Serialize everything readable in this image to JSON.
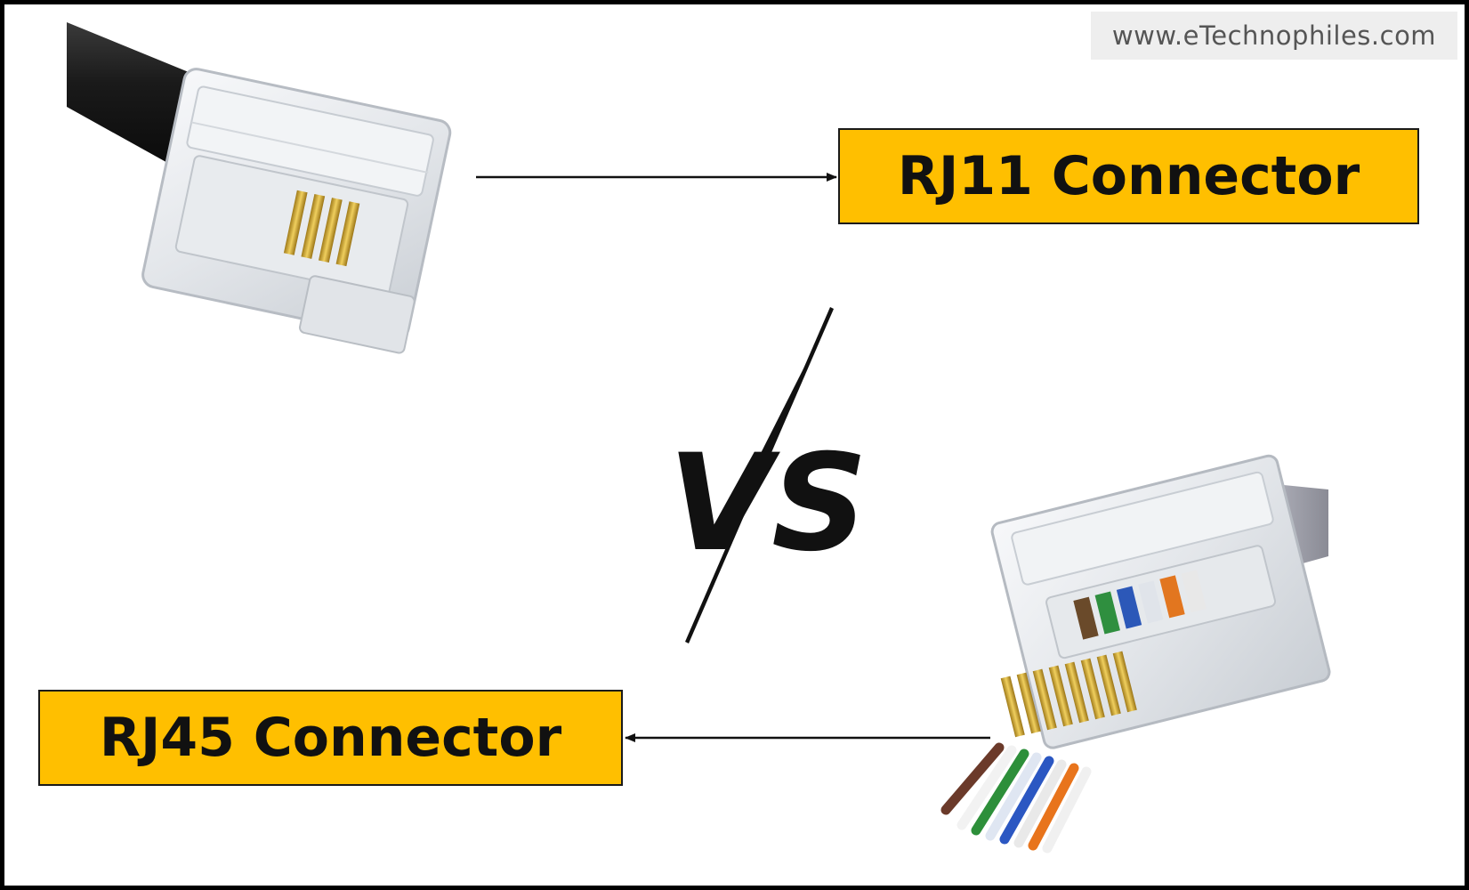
{
  "watermark": {
    "text": "www.eTechnophiles.com"
  },
  "labels": {
    "rj11": "RJ11 Connector",
    "rj45": "RJ45 Connector"
  },
  "versus": {
    "text": "VS"
  },
  "colors": {
    "label_bg": "#ffbf00",
    "border": "#000000",
    "text": "#111111",
    "arrow": "#111111"
  },
  "icons": {
    "rj11_image": "rj11-connector-photo",
    "rj45_image": "rj45-connector-photo",
    "versus_slash": "diagonal-slash"
  }
}
